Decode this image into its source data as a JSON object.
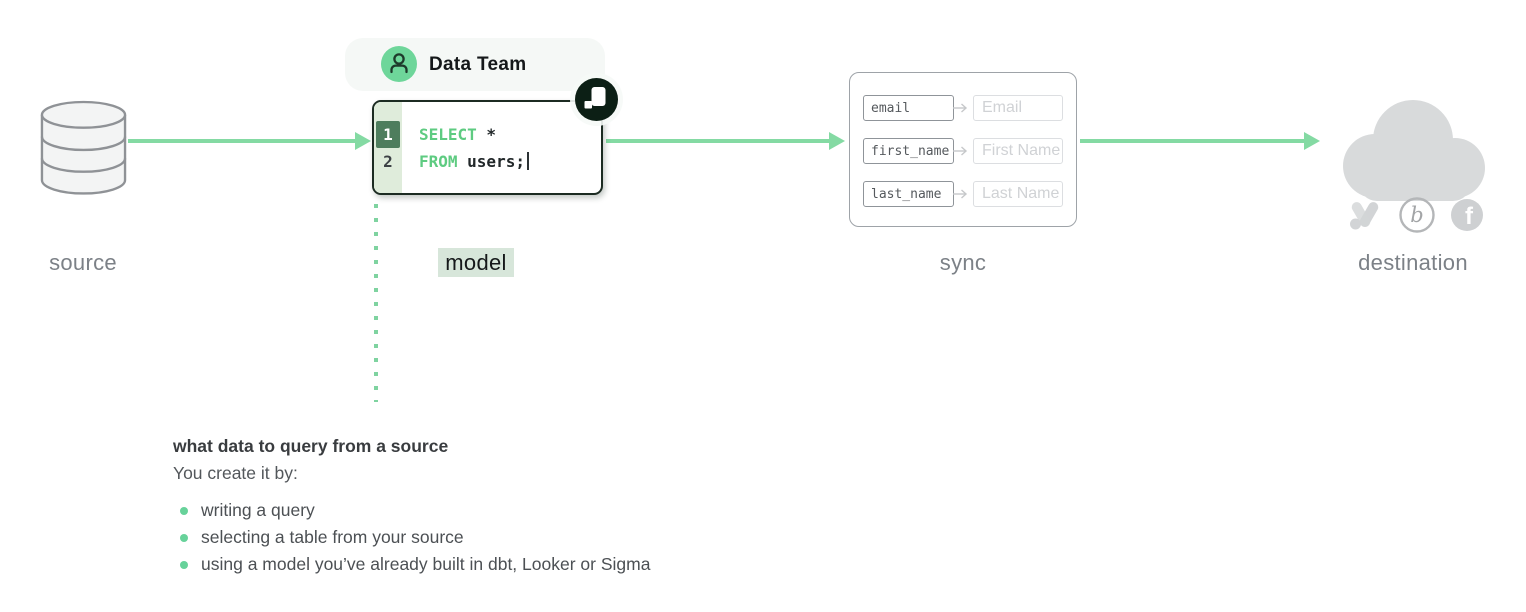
{
  "stages": {
    "source": "source",
    "model": "model",
    "sync": "sync",
    "destination": "destination"
  },
  "badge": {
    "label": "Data Team"
  },
  "editor": {
    "lines": [
      {
        "number": "1",
        "keyword": "SELECT",
        "code": " *"
      },
      {
        "number": "2",
        "keyword": "FROM",
        "code": " users;"
      }
    ]
  },
  "mapping": {
    "rows": [
      {
        "source": "email",
        "destination": "Email"
      },
      {
        "source": "first_name",
        "destination": "First Name"
      },
      {
        "source": "last_name",
        "destination": "Last Name"
      }
    ]
  },
  "note": {
    "heading": "what data to query from a source",
    "intro": "You create it by:",
    "bullets": [
      "writing a query",
      "selecting a table from your source",
      "using a model you’ve already built in dbt, Looker or Sigma"
    ]
  },
  "icons": {
    "source": "database-icon",
    "badge": "person-icon",
    "model_logo": "hightouch-logo-icon",
    "destination": "cloud-icon",
    "destination_apps": [
      "google-ads-icon",
      "braze-icon",
      "facebook-icon"
    ]
  },
  "colors": {
    "arrow_green": "#84daa3",
    "keyword_green": "#5ecb81",
    "gutter_light_green": "#dfecdb",
    "gutter_dark_green": "#4e7d5d",
    "model_highlight": "#d7e6da",
    "bullet_green": "#67d29a",
    "avatar_green": "#6ed69a",
    "badge_bg": "#f5f8f6",
    "logo_circle_black": "#0c1f15",
    "label_gray": "#7c8187",
    "cloud_gray": "#d8dadb"
  }
}
